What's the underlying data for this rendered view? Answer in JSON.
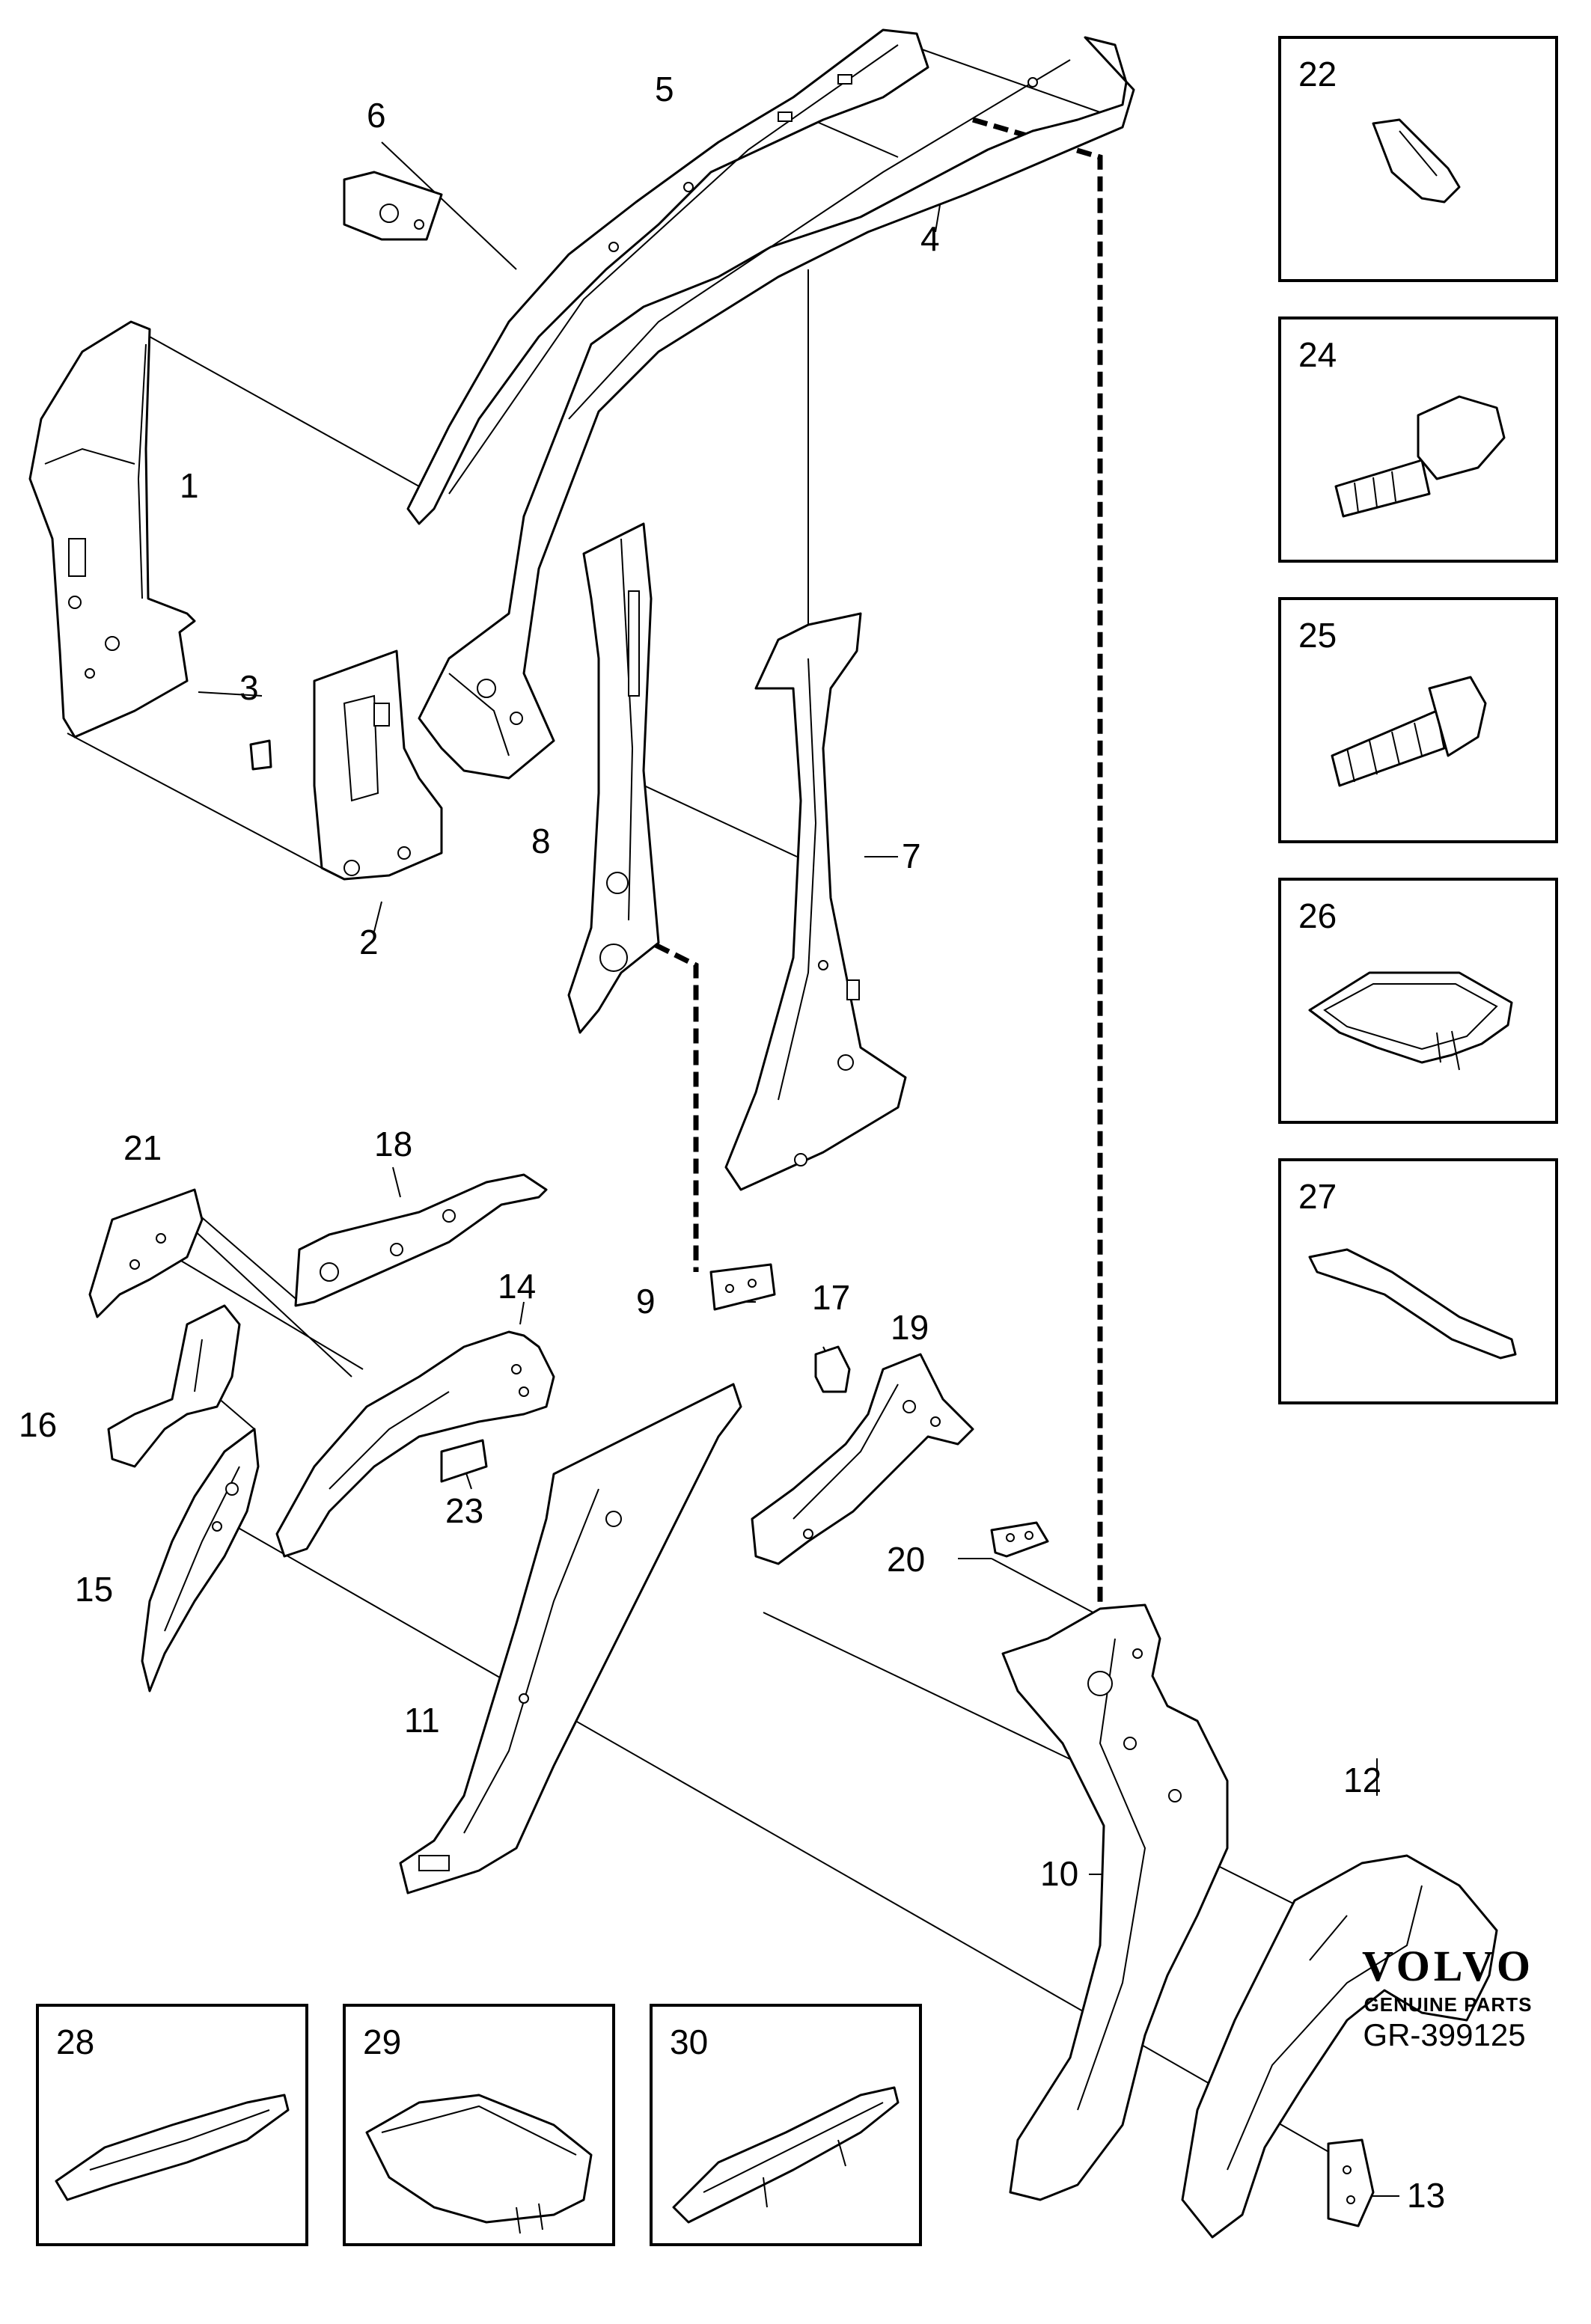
{
  "diagram": {
    "callouts": [
      "1",
      "2",
      "3",
      "4",
      "5",
      "6",
      "7",
      "8",
      "9",
      "10",
      "11",
      "12",
      "13",
      "14",
      "15",
      "16",
      "17",
      "18",
      "19",
      "20",
      "21",
      "23"
    ],
    "boxed_parts": [
      "22",
      "24",
      "25",
      "26",
      "27",
      "28",
      "29",
      "30"
    ]
  },
  "brand": {
    "logo_text": "VOLVO",
    "tagline": "GENUINE PARTS"
  },
  "reference": "GR-399125"
}
